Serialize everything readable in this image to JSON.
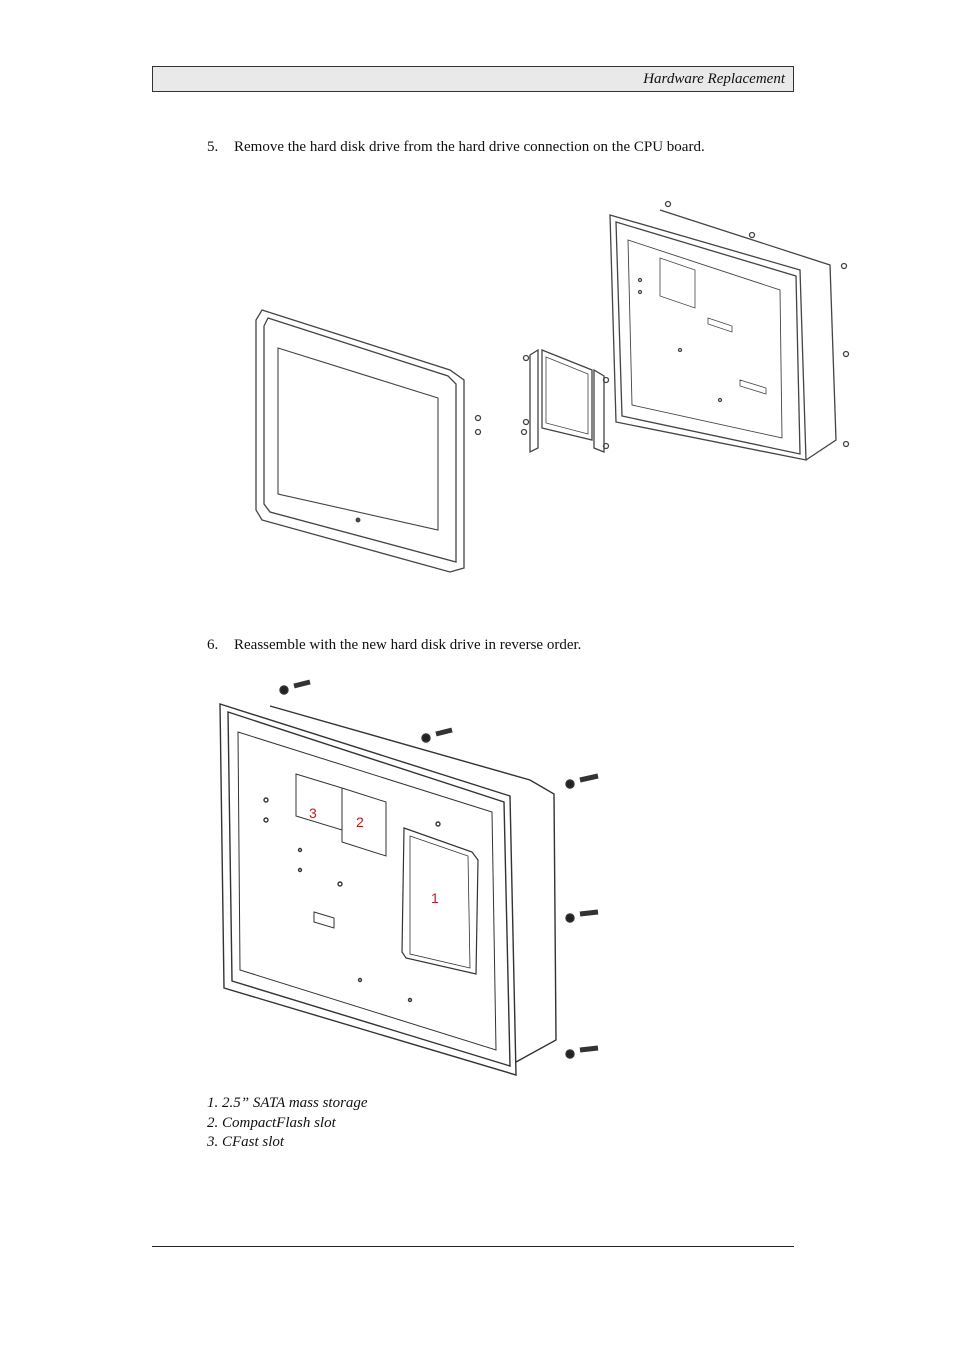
{
  "header": {
    "title": "Hardware Replacement"
  },
  "steps": [
    {
      "number": "5.",
      "text": "Remove the hard disk drive from the hard drive connection on the CPU board."
    },
    {
      "number": "6.",
      "text": "Reassemble with the new hard disk drive in reverse order."
    }
  ],
  "figure2_labels": {
    "one": "1",
    "two": "2",
    "three": "3"
  },
  "legend": [
    "1. 2.5” SATA mass storage",
    "2. CompactFlash slot",
    "3. CFast slot"
  ]
}
